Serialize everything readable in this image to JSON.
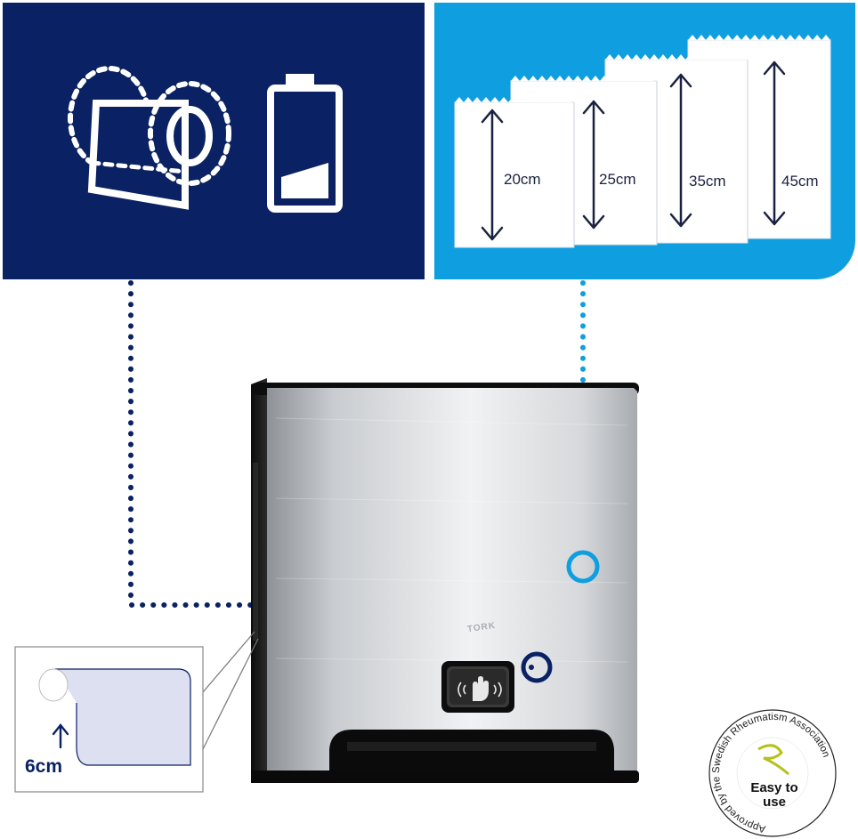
{
  "colors": {
    "navy": "#0a2263",
    "sky_blue": "#0f9fe0",
    "white": "#ffffff",
    "steel_light": "#e9eaeb",
    "steel_dark": "#9a9ea3",
    "black": "#111111"
  },
  "icons": {
    "roll_swap": "paper-roll-icon",
    "battery": "battery-low-icon",
    "sensor": "hand-wave-icon"
  },
  "lengths": [
    {
      "label": "20cm"
    },
    {
      "label": "25cm"
    },
    {
      "label": "35cm"
    },
    {
      "label": "45cm"
    }
  ],
  "brand_logo": "TORK",
  "core": {
    "label": "6cm"
  },
  "badge": {
    "ring_text": "Approved by the Swedish Rheumatism Association",
    "center_line1": "Easy to",
    "center_line2": "use"
  }
}
